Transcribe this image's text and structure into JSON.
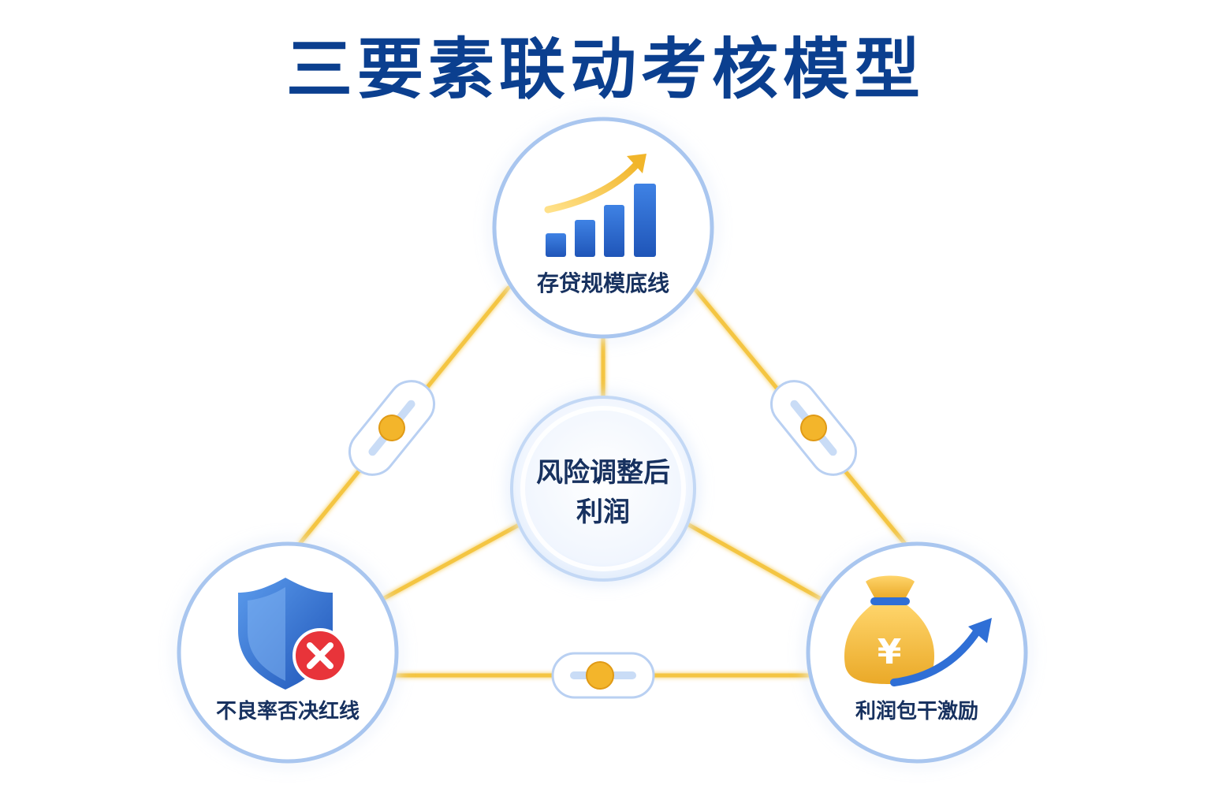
{
  "title": "三要素联动考核模型",
  "nodes": {
    "top": {
      "label": "存贷规模底线",
      "icon": "rising-bar-chart-icon"
    },
    "left": {
      "label": "不良率否决红线",
      "icon": "shield-with-x-icon"
    },
    "right": {
      "label": "利润包干激励",
      "icon": "money-bag-yuan-icon"
    },
    "center": {
      "line1": "风险调整后",
      "line2": "利润"
    }
  },
  "colors": {
    "title": "#0b3f8f",
    "node_text": "#17315f",
    "connector": "#f4c542",
    "circle_border": "#a9c6ef",
    "icon_blue": "#2f6fd6",
    "icon_gold": "#f5c142",
    "alert_red": "#e8343a"
  }
}
